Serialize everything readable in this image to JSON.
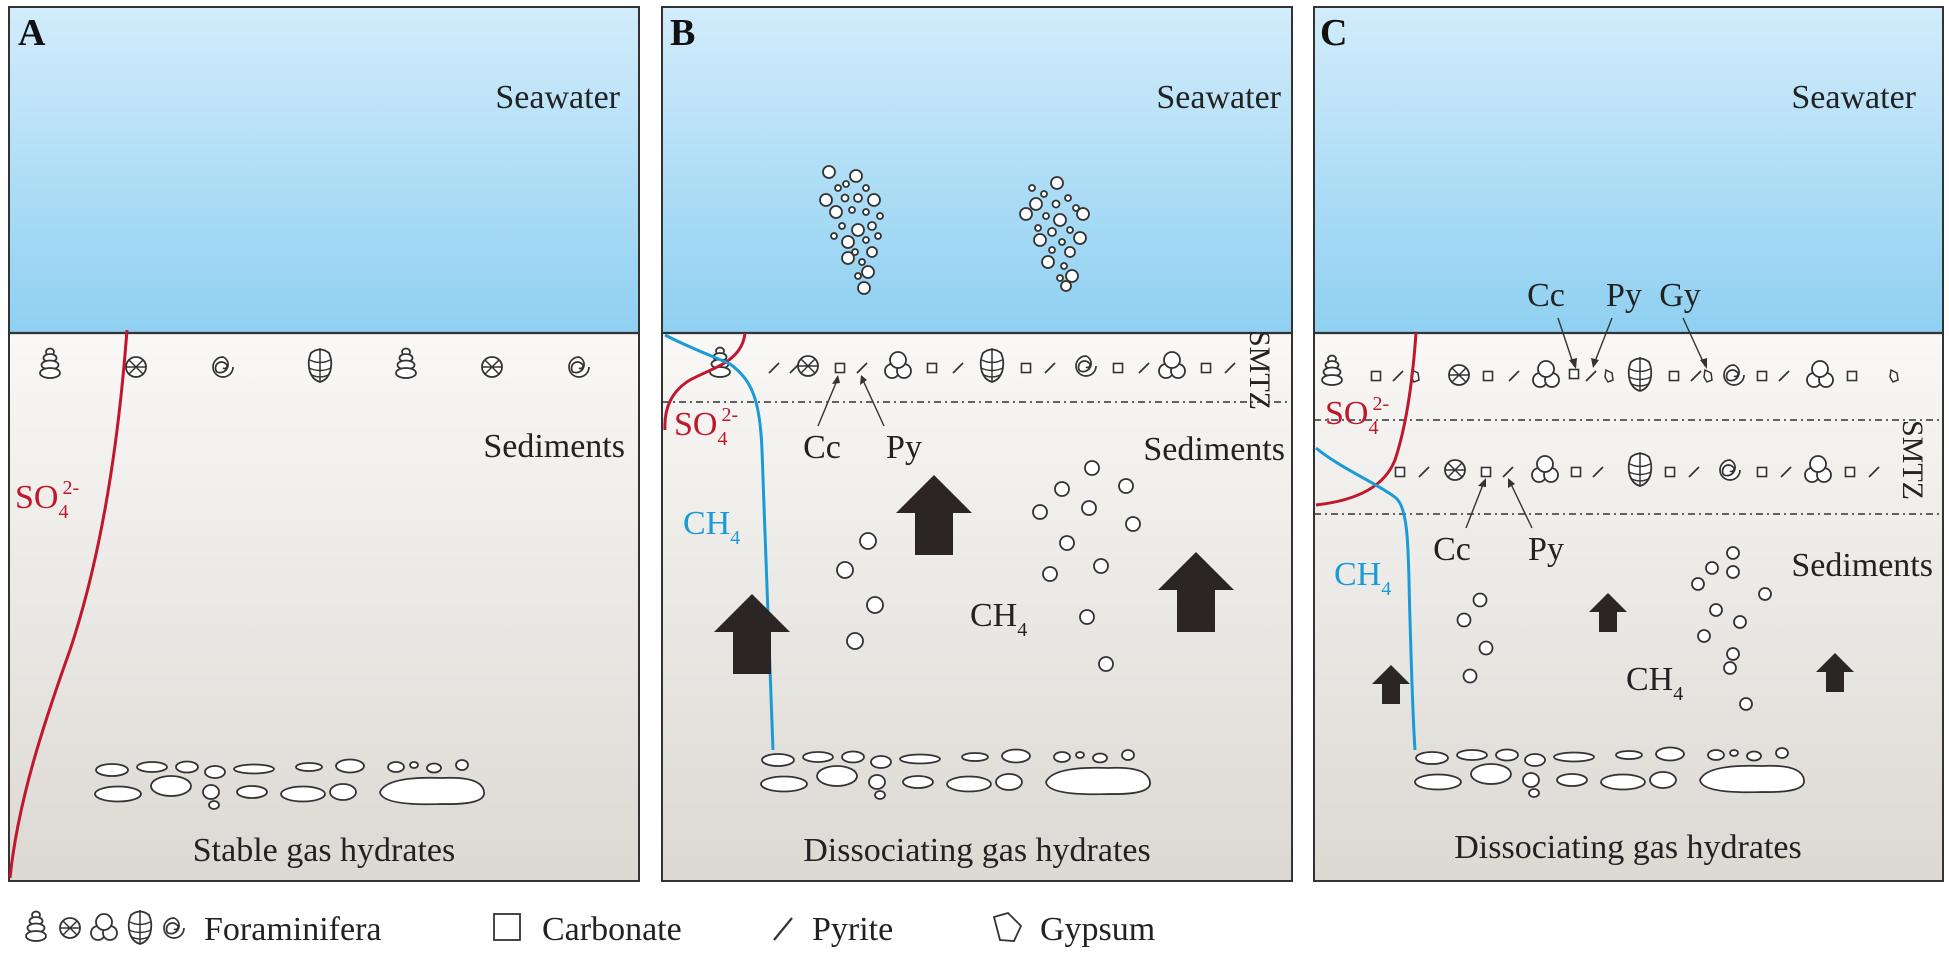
{
  "panels": [
    {
      "letter": "A",
      "seawater": "Seawater",
      "sediments": "Sediments",
      "hydrates": "Stable gas hydrates",
      "so4_base": "SO",
      "so4_sub": "4",
      "so4_sup": "2-"
    },
    {
      "letter": "B",
      "seawater": "Seawater",
      "sediments": "Sediments",
      "hydrates": "Dissociating gas hydrates",
      "so4_base": "SO",
      "so4_sub": "4",
      "so4_sup": "2-",
      "ch4_base": "CH",
      "ch4_sub": "4",
      "ch4_mid_base": "CH",
      "ch4_mid_sub": "4",
      "smtz": "SMTZ",
      "cc": "Cc",
      "py": "Py"
    },
    {
      "letter": "C",
      "seawater": "Seawater",
      "sediments": "Sediments",
      "hydrates": "Dissociating gas hydrates",
      "so4_base": "SO",
      "so4_sub": "4",
      "so4_sup": "2-",
      "ch4_base": "CH",
      "ch4_sub": "4",
      "ch4_mid_base": "CH",
      "ch4_mid_sub": "4",
      "smtz": "SMTZ",
      "cc_top": "Cc",
      "py_top": "Py",
      "gy_top": "Gy",
      "cc": "Cc",
      "py": "Py"
    }
  ],
  "legend": {
    "foraminifera": "Foraminifera",
    "carbonate": "Carbonate",
    "pyrite": "Pyrite",
    "gypsum": "Gypsum"
  },
  "colors": {
    "seawater_top": "#d2ecfb",
    "seawater_bottom": "#8fd0f1",
    "sediment_top": "#f9f8f6",
    "sediment_bottom": "#dcd9d3",
    "sulfate": "#c0172d",
    "methane": "#1a9bd7",
    "arrow": "#2b2623"
  },
  "icons": [
    "foraminifera-icon",
    "carbonate-icon",
    "pyrite-icon",
    "gypsum-icon",
    "bubble-icon",
    "upward-arrow-icon",
    "hydrate-nodule-icon"
  ]
}
